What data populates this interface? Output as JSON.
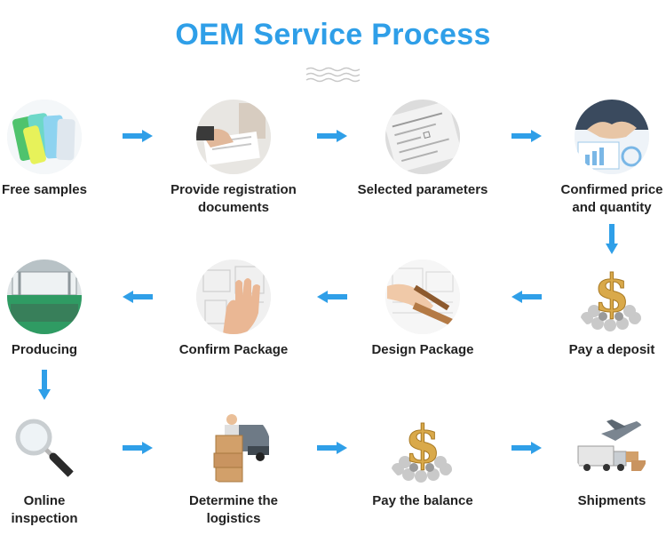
{
  "title": "OEM Service Process",
  "accent_color": "#2f9fe8",
  "steps": [
    {
      "label": "Free samples",
      "icon": "gel-pads-icon"
    },
    {
      "label": "Provide registration documents",
      "line1": "Provide registration",
      "line2": "documents",
      "icon": "documents-hand-icon"
    },
    {
      "label": "Selected parameters",
      "icon": "form-paper-icon"
    },
    {
      "label": "Confirmed price and quantity",
      "line1": "Confirmed price",
      "line2": "and quantity",
      "icon": "handshake-icon"
    },
    {
      "label": "Pay a deposit",
      "icon": "dollar-icon"
    },
    {
      "label": "Design Package",
      "icon": "design-drawing-icon"
    },
    {
      "label": "Confirm Package",
      "icon": "package-hand-icon"
    },
    {
      "label": "Producing",
      "icon": "factory-machine-icon"
    },
    {
      "label": "Online inspection",
      "line1": "Online",
      "line2": "inspection",
      "icon": "magnifier-icon"
    },
    {
      "label": "Determine the logistics",
      "line1": "Determine the",
      "line2": "logistics",
      "icon": "delivery-boxes-icon"
    },
    {
      "label": "Pay the balance",
      "icon": "dollar-icon"
    },
    {
      "label": "Shipments",
      "icon": "airplane-truck-icon"
    }
  ]
}
